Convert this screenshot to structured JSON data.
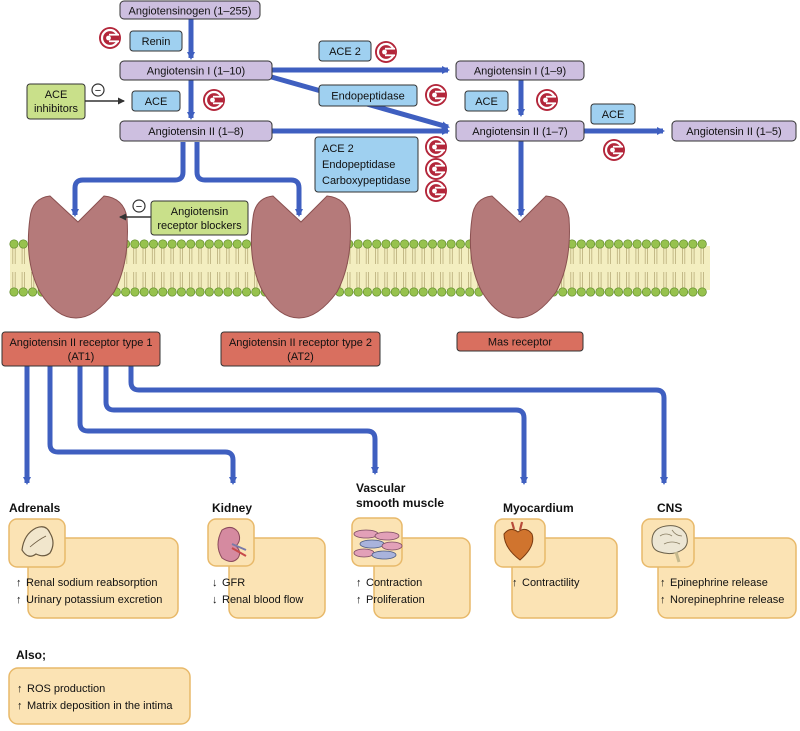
{
  "peptides": {
    "angiotensinogen": "Angiotensinogen (1–255)",
    "ang_i_1_10": "Angiotensin I (1–10)",
    "ang_ii_1_8": "Angiotensin II (1–8)",
    "ang_i_1_9": "Angiotensin I (1–9)",
    "ang_ii_1_7": "Angiotensin II (1–7)",
    "ang_ii_1_5": "Angiotensin II (1–5)"
  },
  "enzymes": {
    "renin": "Renin",
    "ace_left": "ACE",
    "ace2_top": "ACE 2",
    "endopeptidase": "Endopeptidase",
    "ace_mid": "ACE",
    "ace_right": "ACE",
    "multi": [
      "ACE 2",
      "Endopeptidase",
      "Carboxypeptidase"
    ]
  },
  "inhibitors": {
    "ace_inhibitors": [
      "ACE",
      "inhibitors"
    ],
    "arb": [
      "Angiotensin",
      "receptor blockers"
    ],
    "minus_symbol": "−"
  },
  "receptors": {
    "at1": [
      "Angiotensin II receptor type 1",
      "(AT1)"
    ],
    "at2": [
      "Angiotensin II receptor type 2",
      "(AT2)"
    ],
    "mas": "Mas receptor"
  },
  "targets": [
    {
      "title": [
        "Adrenals"
      ],
      "icon": "adrenal-gland-icon",
      "effects": [
        "Renal sodium reabsorption",
        "Urinary potassium excretion"
      ],
      "arrows": [
        "↑",
        "↑"
      ]
    },
    {
      "title": [
        "Kidney"
      ],
      "icon": "kidney-icon",
      "effects": [
        "GFR",
        "Renal blood flow"
      ],
      "arrows": [
        "↓",
        "↓"
      ]
    },
    {
      "title": [
        "Vascular",
        "smooth muscle"
      ],
      "icon": "smooth-muscle-cells-icon",
      "effects": [
        "Contraction",
        "Proliferation"
      ],
      "arrows": [
        "↑",
        "↑"
      ]
    },
    {
      "title": [
        "Myocardium"
      ],
      "icon": "heart-icon",
      "effects": [
        "Contractility"
      ],
      "arrows": [
        "↑"
      ]
    },
    {
      "title": [
        "CNS"
      ],
      "icon": "brain-icon",
      "effects": [
        "Epinephrine release",
        "Norepinephrine release"
      ],
      "arrows": [
        "↑",
        "↑"
      ]
    }
  ],
  "also": {
    "title": "Also;",
    "effects": [
      "ROS production",
      "Matrix deposition in the intima"
    ],
    "arrows": [
      "↑",
      "↑"
    ]
  },
  "colors": {
    "peptide_fill": "#cdbfe0",
    "enzyme_fill": "#9fd0f0",
    "inhibitor_fill": "#c9e08a",
    "receptor_fill": "#b57a7a",
    "receptor_label_fill": "#d96f5f",
    "arrow": "#3f5fc0",
    "target_fill": "#fbe3b4",
    "target_stroke": "#e8b96a",
    "block_symbol": "#b3263a",
    "membrane_head": "#97c24e",
    "membrane_tail": "#f3eec0"
  }
}
